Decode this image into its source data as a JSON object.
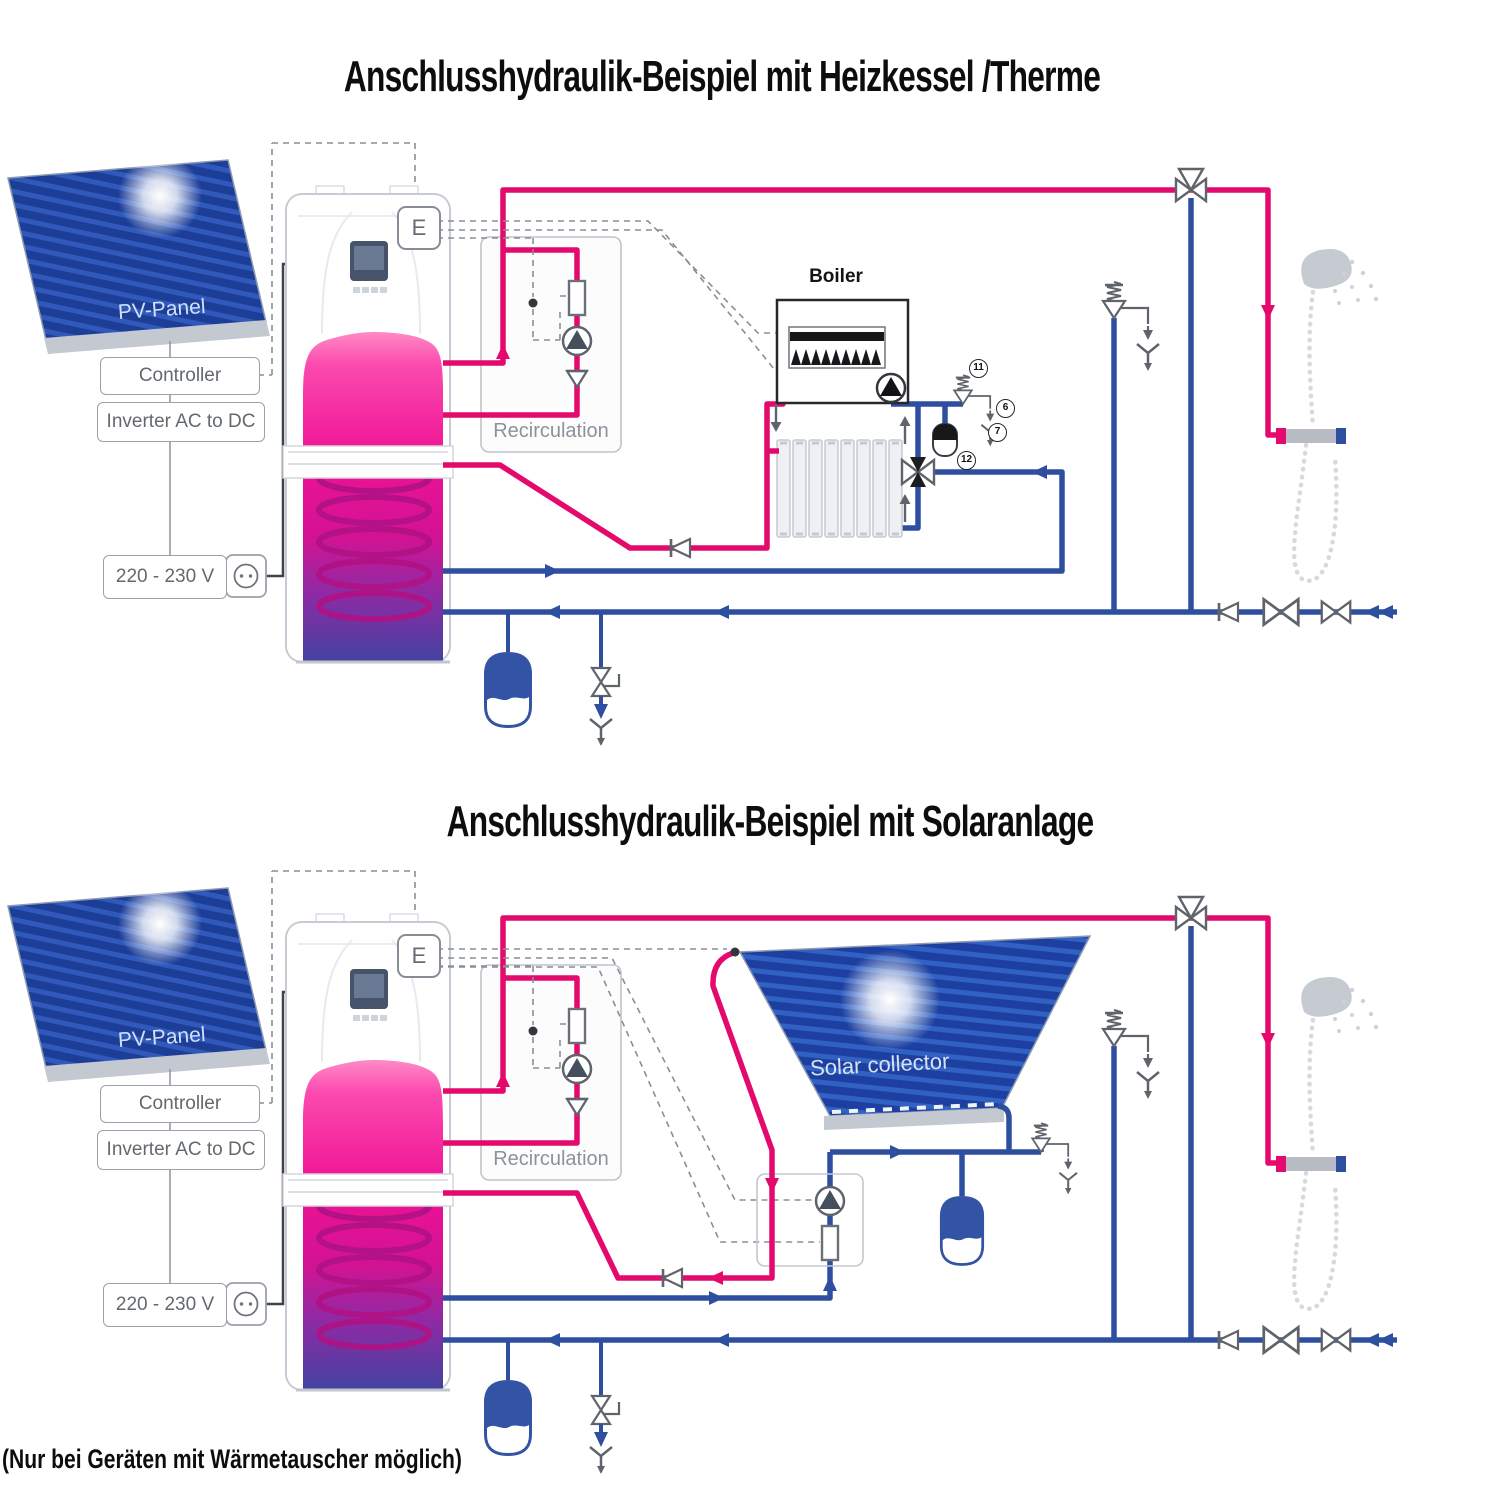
{
  "titles": {
    "heizkessel": "Anschlusshydraulik-Beispiel mit Heizkessel /Therme",
    "solaranlage": "Anschlusshydraulik-Beispiel mit Solaranlage"
  },
  "footnote": "(Nur bei Geräten mit Wärmetauscher möglich)",
  "labels": {
    "pv_panel": "PV-Panel",
    "controller": "Controller",
    "inverter": "Inverter AC to DC",
    "voltage": "220 - 230 V",
    "electric_unit": "E",
    "recirculation": "Recirculation",
    "boiler": "Boiler",
    "solar_collector": "Solar collector"
  },
  "badges": {
    "n11": "11",
    "n6": "6",
    "n7": "7",
    "n12": "12"
  },
  "colors": {
    "hot_pipe": "#e40a6d",
    "cold_pipe": "#2e4f9f",
    "symbol_grey": "#5f646b",
    "panel_blue": "#1c3e97",
    "vessel_blue": "#3353a4",
    "tank_pink": "#f01295"
  }
}
